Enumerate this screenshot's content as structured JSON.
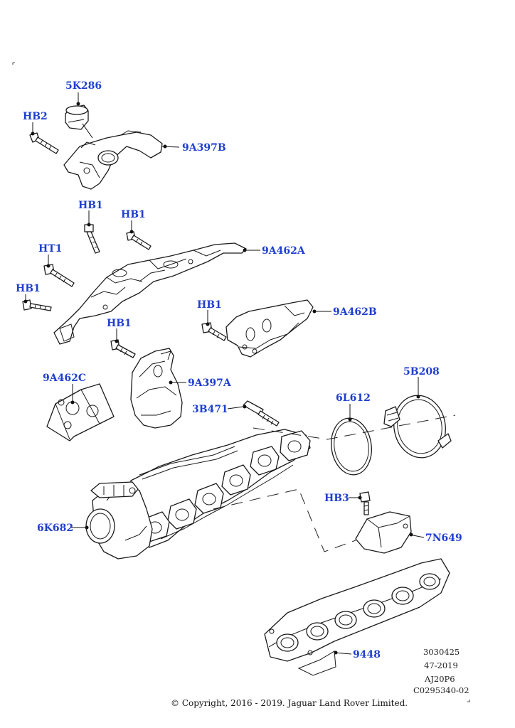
{
  "diagram": {
    "title": "Exhaust Manifold And Heat Shields",
    "callouts": {
      "c_5K286": "5K286",
      "c_HB2": "HB2",
      "c_9A397B": "9A397B",
      "c_HB1_a": "HB1",
      "c_HB1_b": "HB1",
      "c_HT1": "HT1",
      "c_9A462A": "9A462A",
      "c_HB1_c": "HB1",
      "c_HB1_d": "HB1",
      "c_9A462B": "9A462B",
      "c_HB1_e": "HB1",
      "c_9A462C": "9A462C",
      "c_9A397A": "9A397A",
      "c_5B208": "5B208",
      "c_6L612": "6L612",
      "c_3B471": "3B471",
      "c_HB3": "HB3",
      "c_6K682": "6K682",
      "c_7N649": "7N649",
      "c_9448": "9448"
    },
    "reference": {
      "ref_1": "3030425",
      "ref_2": "47-2019",
      "ref_3": "AJ20P6",
      "ref_4": "C0295340-02"
    },
    "copyright": "© Copyright, 2016 - 2019. Jaguar Land Rover Limited."
  },
  "colors": {
    "callout": "#1f3fcf",
    "line": "#1a1a1a"
  }
}
